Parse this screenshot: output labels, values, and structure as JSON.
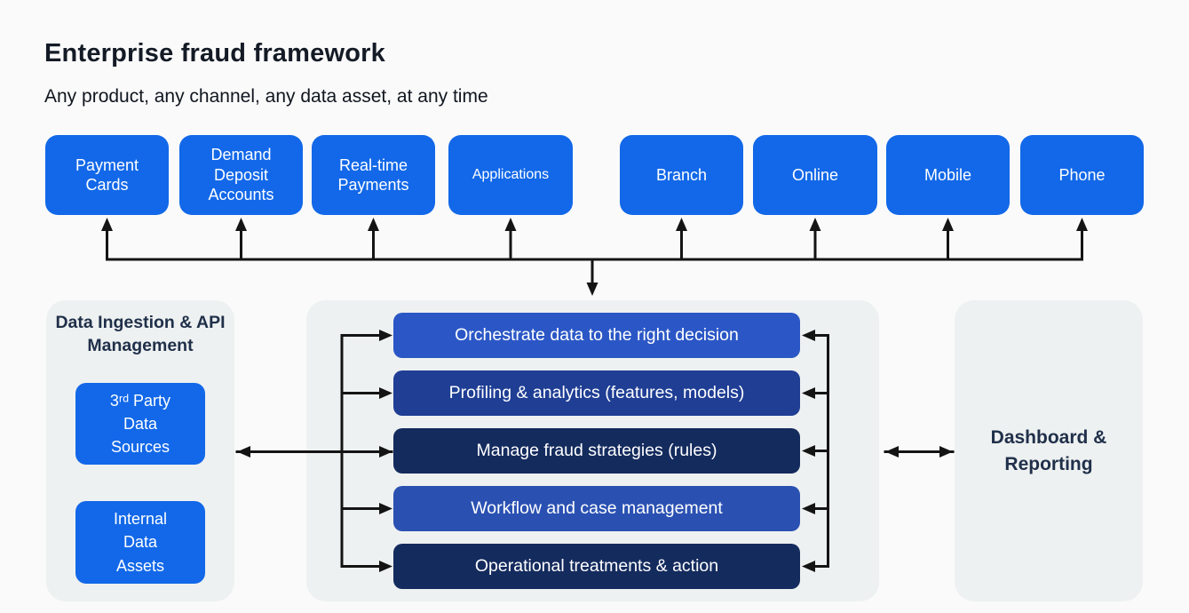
{
  "header": {
    "title": "Enterprise fraud framework",
    "subtitle": "Any product, any channel, any data asset, at any time"
  },
  "colors": {
    "background": "#fafafa",
    "panel_background": "#eef1f1",
    "primary_blue": "#1268e8",
    "arrow_black": "#141414",
    "heading_navy": "#20304a",
    "bar_medium_blue": "#2b57c6",
    "bar_dark_blue": "#1f3e94",
    "bar_navy": "#142b5e",
    "bar_mid_blue": "#2a51b2",
    "box_text": "#ffffff"
  },
  "top_row": {
    "products": [
      "Payment Cards",
      "Demand Deposit Accounts",
      "Real-time Payments",
      "Applications"
    ],
    "channels": [
      "Branch",
      "Online",
      "Mobile",
      "Phone"
    ]
  },
  "left_panel": {
    "heading": "Data Ingestion & API Management",
    "boxes": [
      "3ʳᵈ Party Data Sources",
      "Internal Data Assets"
    ]
  },
  "center_panel": {
    "bars": [
      {
        "label": "Orchestrate data to the right decision",
        "color": "#2b57c6"
      },
      {
        "label": "Profiling & analytics (features, models)",
        "color": "#1f3e94"
      },
      {
        "label": "Manage fraud strategies (rules)",
        "color": "#142b5e"
      },
      {
        "label": "Workflow and case management",
        "color": "#2a51b2"
      },
      {
        "label": "Operational treatments & action",
        "color": "#142b5e"
      }
    ]
  },
  "right_panel": {
    "heading": "Dashboard & Reporting"
  }
}
